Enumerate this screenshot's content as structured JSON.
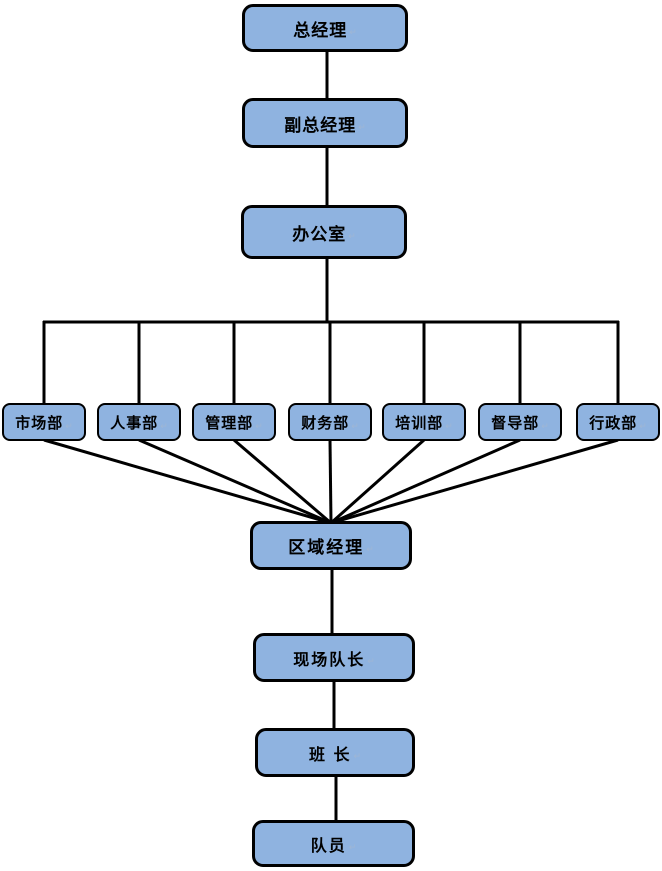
{
  "diagram_type": "organization-chart",
  "pilcrow": "↵",
  "colors": {
    "node_fill": "#8FB3E0",
    "node_border": "#000000",
    "connector_line": "#000000",
    "text": "#000000",
    "break_mark": "#9FB6D4"
  },
  "nodes": {
    "general_manager": "总经理",
    "deputy_general_manager": "副总经理",
    "office": "办公室",
    "marketing_dept": "市场部",
    "hr_dept": "人事部",
    "management_dept": "管理部",
    "finance_dept": "财务部",
    "training_dept": "培训部",
    "supervision_dept": "督导部",
    "admin_dept": "行政部",
    "regional_manager": "区域经理",
    "site_captain": "现场队长",
    "squad_leader": "班 长",
    "team_member": "队员"
  },
  "edges": [
    [
      "general_manager",
      "deputy_general_manager"
    ],
    [
      "deputy_general_manager",
      "office"
    ],
    [
      "office",
      "marketing_dept"
    ],
    [
      "office",
      "hr_dept"
    ],
    [
      "office",
      "management_dept"
    ],
    [
      "office",
      "finance_dept"
    ],
    [
      "office",
      "training_dept"
    ],
    [
      "office",
      "supervision_dept"
    ],
    [
      "office",
      "admin_dept"
    ],
    [
      "marketing_dept",
      "regional_manager"
    ],
    [
      "hr_dept",
      "regional_manager"
    ],
    [
      "management_dept",
      "regional_manager"
    ],
    [
      "finance_dept",
      "regional_manager"
    ],
    [
      "training_dept",
      "regional_manager"
    ],
    [
      "supervision_dept",
      "regional_manager"
    ],
    [
      "admin_dept",
      "regional_manager"
    ],
    [
      "regional_manager",
      "site_captain"
    ],
    [
      "site_captain",
      "squad_leader"
    ],
    [
      "squad_leader",
      "team_member"
    ]
  ]
}
